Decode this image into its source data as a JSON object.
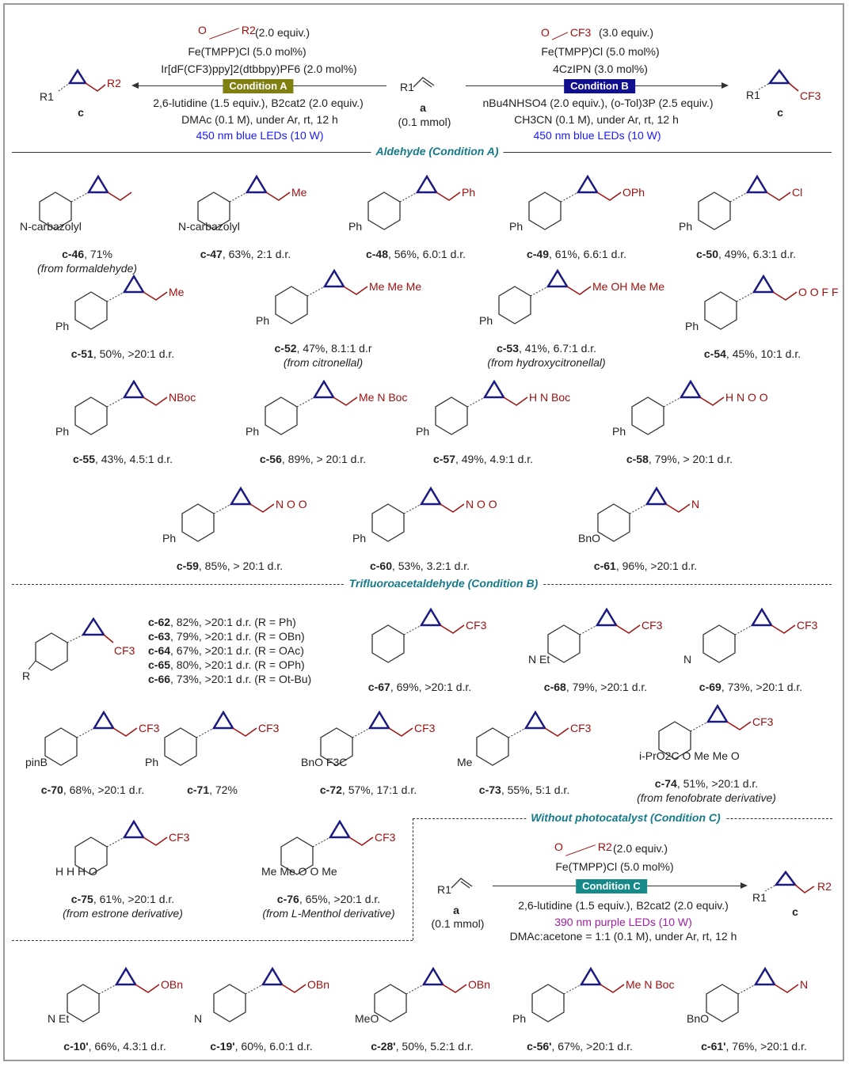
{
  "header": {
    "condA": {
      "aldehyde_r": "R2",
      "equiv": "(2.0 equiv.)",
      "cat1": "Fe(TMPP)Cl (5.0 mol%)",
      "cat2": "Ir[dF(CF3)ppy]2(dtbbpy)PF6 (2.0 mol%)",
      "label": "Condition A",
      "base": "2,6-lutidine (1.5 equiv.), B2cat2 (2.0 equiv.)",
      "solvent": "DMAc (0.1 M), under Ar, rt, 12 h",
      "light": "450 nm blue LEDs (10 W)",
      "product": "c",
      "product_r1": "R1",
      "product_r2": "R2"
    },
    "substrate": {
      "r": "R1",
      "label": "a",
      "amount": "(0.1 mmol)"
    },
    "condB": {
      "aldehyde_r": "CF3",
      "equiv": "(3.0 equiv.)",
      "cat1": "Fe(TMPP)Cl (5.0 mol%)",
      "cat2": "4CzIPN (3.0 mol%)",
      "label": "Condition B",
      "base": "nBu4NHSO4 (2.0 equiv.), (o-Tol)3P (2.5 equiv.)",
      "solvent": "CH3CN (0.1 M), under Ar, rt, 12 h",
      "light": "450 nm blue LEDs (10 W)",
      "product": "c",
      "product_r1": "R1",
      "product_r2": "CF3"
    }
  },
  "sections": {
    "a": "Aldehyde (Condition A)",
    "b": "Trifluoroacetaldehyde (Condition B)",
    "c": "Without photocatalyst (Condition C)"
  },
  "condC": {
    "aldehyde_r": "R2",
    "equiv": "(2.0 equiv.)",
    "cat1": "Fe(TMPP)Cl (5.0 mol%)",
    "label": "Condition C",
    "base": "2,6-lutidine (1.5 equiv.), B2cat2 (2.0 equiv.)",
    "light": "390 nm purple LEDs (10 W)",
    "solvent": "DMAc:acetone = 1:1 (0.1 M), under Ar, rt, 12 h",
    "substrate_r": "R1",
    "substrate_label": "a",
    "amount": "(0.1 mmol)",
    "product": "c",
    "product_r1": "R1",
    "product_r2": "R2"
  },
  "colors": {
    "condA": "#7f7f12",
    "condB": "#10108f",
    "condC": "#168a8a",
    "section": "#157a8a",
    "red": "#a01010",
    "navy": "#1a1a80"
  },
  "compounds": [
    {
      "id": "c-46",
      "text": ", 71%",
      "note": "(from formaldehyde)",
      "aryl": "N-carbazolyl",
      "sub": ""
    },
    {
      "id": "c-47",
      "text": ", 63%, 2:1 d.r.",
      "aryl": "N-carbazolyl",
      "sub": "Me"
    },
    {
      "id": "c-48",
      "text": ", 56%, 6.0:1 d.r.",
      "aryl": "Ph",
      "sub": "Ph"
    },
    {
      "id": "c-49",
      "text": ", 61%, 6.6:1 d.r.",
      "aryl": "Ph",
      "sub": "OPh"
    },
    {
      "id": "c-50",
      "text": ", 49%, 6.3:1 d.r.",
      "aryl": "Ph",
      "sub": "Cl"
    },
    {
      "id": "c-51",
      "text": ", 50%, >20:1 d.r.",
      "aryl": "Ph",
      "sub": "Me"
    },
    {
      "id": "c-52",
      "text": ", 47%, 8.1:1 d.r",
      "note": "(from citronellal)",
      "aryl": "Ph",
      "sub": "Me  Me  Me"
    },
    {
      "id": "c-53",
      "text": ", 41%, 6.7:1 d.r.",
      "note": "(from hydroxycitronellal)",
      "aryl": "Ph",
      "sub": "Me  OH Me Me"
    },
    {
      "id": "c-54",
      "text": ", 45%, 10:1 d.r.",
      "aryl": "Ph",
      "sub": "O  O  F F"
    },
    {
      "id": "c-55",
      "text": ", 43%, 4.5:1 d.r.",
      "aryl": "Ph",
      "sub": "NBoc"
    },
    {
      "id": "c-56",
      "text": ", 89%, > 20:1 d.r.",
      "aryl": "Ph",
      "sub": "Me N Boc"
    },
    {
      "id": "c-57",
      "text": ", 49%, 4.9:1 d.r.",
      "aryl": "Ph",
      "sub": "H N Boc"
    },
    {
      "id": "c-58",
      "text": ", 79%, > 20:1 d.r.",
      "aryl": "Ph",
      "sub": "H N O O"
    },
    {
      "id": "c-59",
      "text": ", 85%, > 20:1 d.r.",
      "aryl": "Ph",
      "sub": "N O O"
    },
    {
      "id": "c-60",
      "text": ", 53%, 3.2:1 d.r.",
      "aryl": "Ph",
      "sub": "N O O"
    },
    {
      "id": "c-61",
      "text": ", 96%, >20:1 d.r.",
      "aryl": "BnO",
      "sub": "N"
    },
    {
      "id": "c-67",
      "text": ", 69%, >20:1 d.r.",
      "aryl": "",
      "sub": "CF3"
    },
    {
      "id": "c-68",
      "text": ", 79%, >20:1 d.r.",
      "aryl": "N Et",
      "sub": "CF3"
    },
    {
      "id": "c-69",
      "text": ", 73%, >20:1 d.r.",
      "aryl": "N",
      "sub": "CF3"
    },
    {
      "id": "c-70",
      "text": ", 68%, >20:1 d.r.",
      "aryl": "pinB",
      "sub": "CF3"
    },
    {
      "id": "c-71",
      "text": ", 72%",
      "aryl": "Ph",
      "sub": "CF3"
    },
    {
      "id": "c-72",
      "text": ", 57%, 17:1 d.r.",
      "aryl": "BnO F3C",
      "sub": "CF3"
    },
    {
      "id": "c-73",
      "text": ", 55%, 5:1 d.r.",
      "aryl": "Me",
      "sub": "CF3"
    },
    {
      "id": "c-74",
      "text": ", 51%, >20:1 d.r.",
      "note": "(from fenofobrate derivative)",
      "aryl": "i-PrO2C O Me Me O",
      "sub": "CF3"
    },
    {
      "id": "c-75",
      "text": ", 61%, >20:1 d.r.",
      "note": "(from estrone derivative)",
      "aryl": "H H H O",
      "sub": "CF3"
    },
    {
      "id": "c-76",
      "text": ", 65%, >20:1 d.r.",
      "note": "(from L-Menthol derivative)",
      "aryl": "Me Me O O Me",
      "sub": "CF3"
    },
    {
      "id": "c-10'",
      "text": ", 66%, 4.3:1 d.r.",
      "aryl": "N Et",
      "sub": "OBn"
    },
    {
      "id": "c-19'",
      "text": ", 60%, 6.0:1 d.r.",
      "aryl": "N",
      "sub": "OBn"
    },
    {
      "id": "c-28'",
      "text": ", 50%, 5.2:1 d.r.",
      "aryl": "MeO",
      "sub": "OBn"
    },
    {
      "id": "c-56'",
      "text": ", 67%, >20:1 d.r.",
      "aryl": "Ph",
      "sub": "Me N Boc"
    },
    {
      "id": "c-61'",
      "text": ", 76%, >20:1 d.r.",
      "aryl": "BnO",
      "sub": "N"
    }
  ],
  "series_b": {
    "r_label": "R",
    "sub": "CF3",
    "entries": [
      {
        "id": "c-62",
        "text": ", 82%, >20:1 d.r. (R = Ph)"
      },
      {
        "id": "c-63",
        "text": ", 79%, >20:1 d.r. (R = OBn)"
      },
      {
        "id": "c-64",
        "text": ", 67%, >20:1 d.r. (R = OAc)"
      },
      {
        "id": "c-65",
        "text": ", 80%, >20:1 d.r. (R = OPh)"
      },
      {
        "id": "c-66",
        "text": ", 73%, >20:1 d.r. (R = Ot-Bu)"
      }
    ]
  }
}
